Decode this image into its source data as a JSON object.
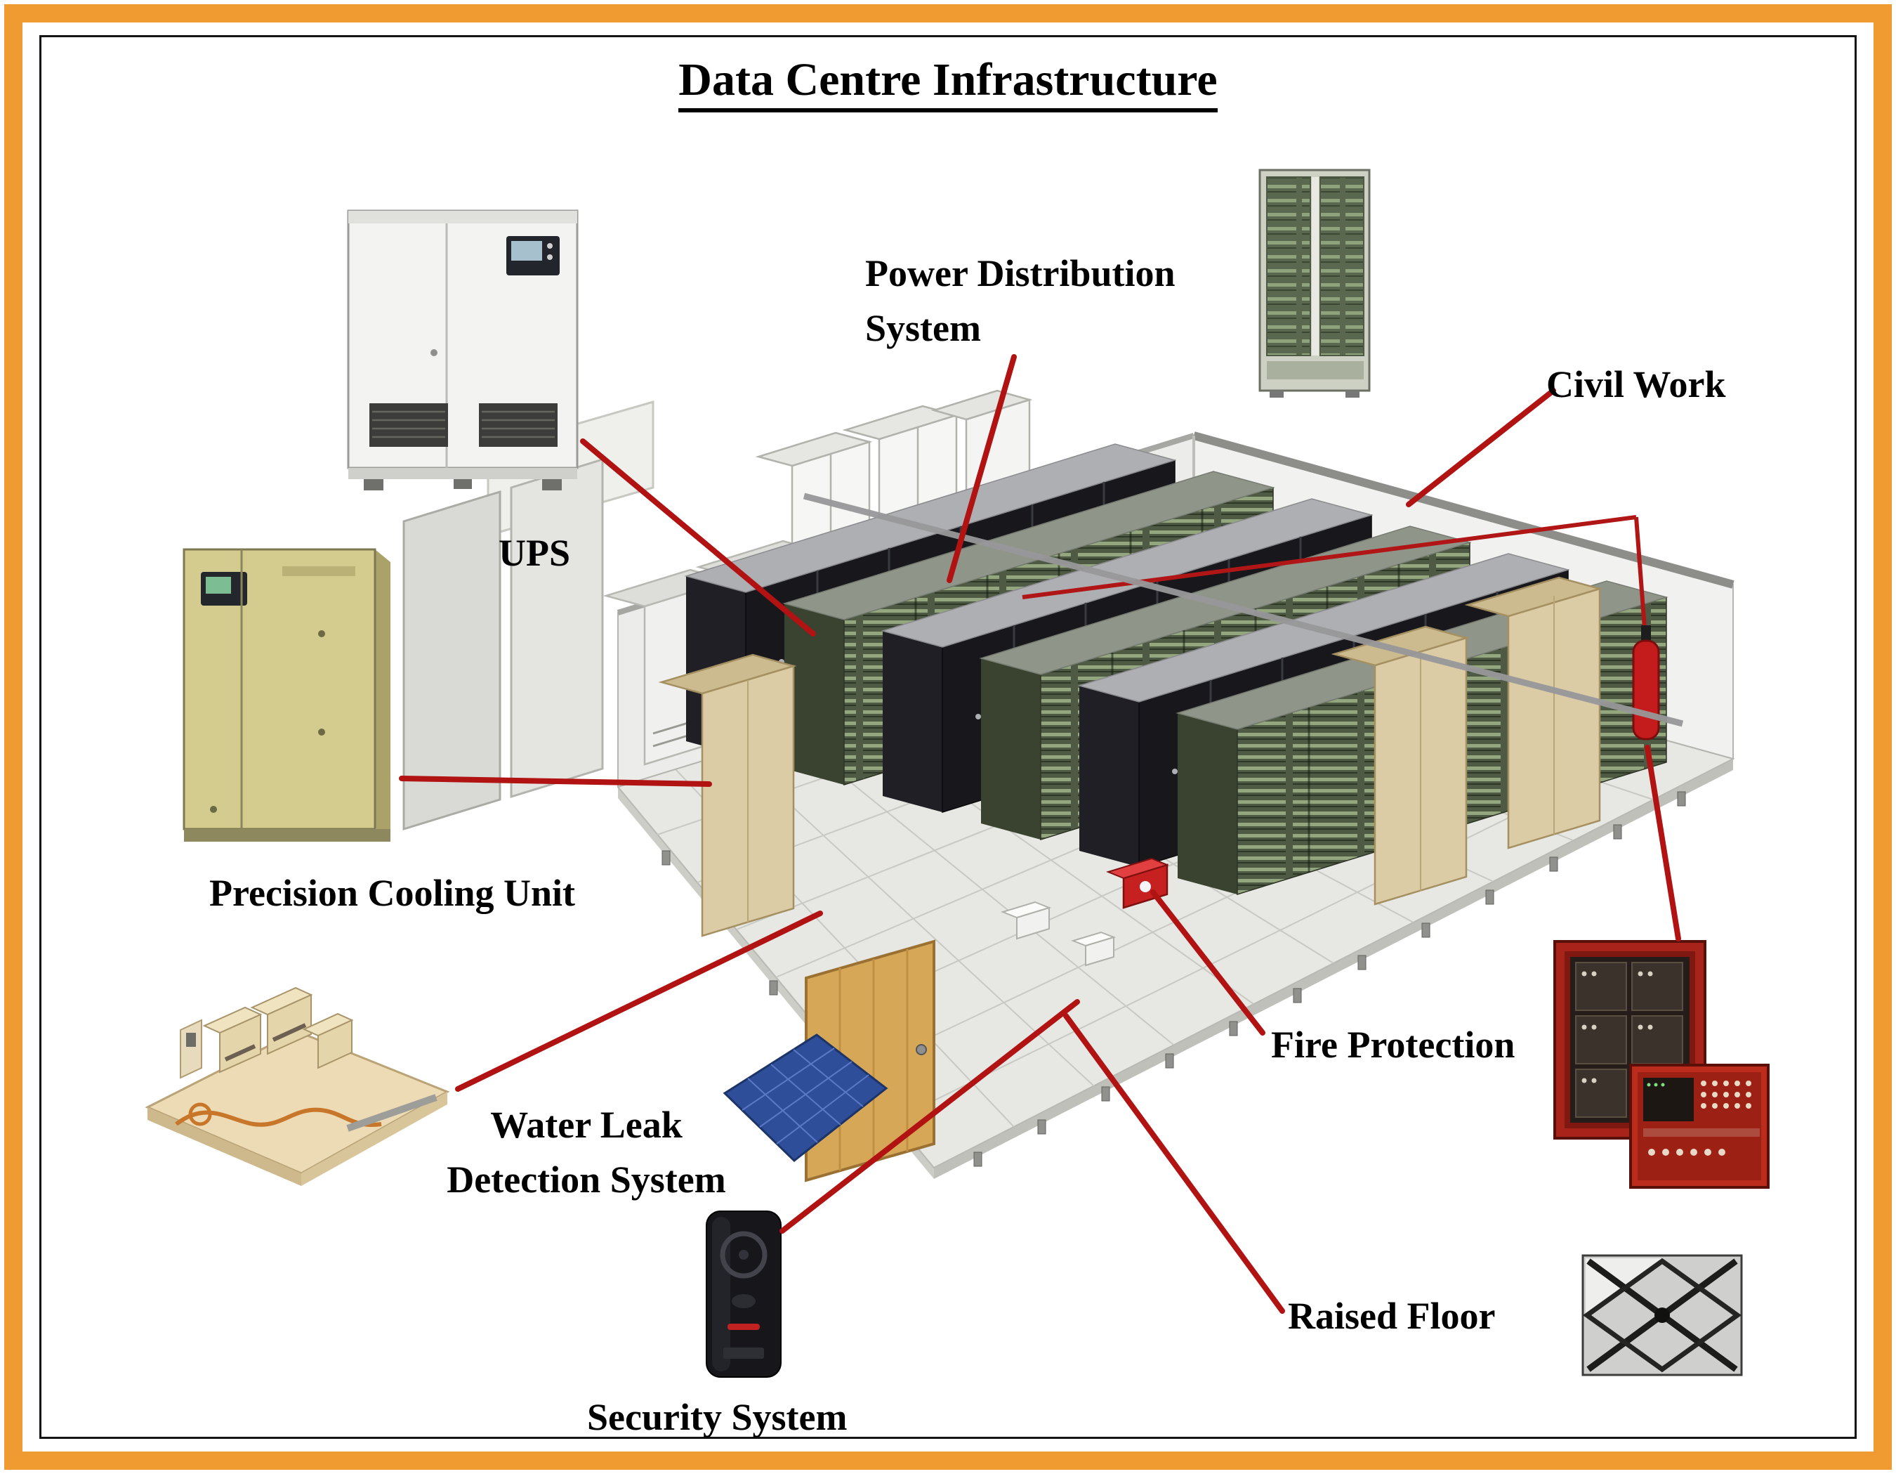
{
  "title": "Data Centre Infrastructure",
  "labels": {
    "ups": "UPS",
    "power_distribution": {
      "line1": "Power Distribution",
      "line2": "System"
    },
    "civil_work": "Civil Work",
    "precision_cooling": "Precision Cooling Unit",
    "water_leak": {
      "line1": "Water Leak",
      "line2": "Detection System"
    },
    "security_system": "Security System",
    "fire_protection": "Fire Protection",
    "raised_floor": "Raised Floor"
  },
  "colors": {
    "frame_orange": "#F09A32",
    "connector_red": "#B11212",
    "title_text": "#000000"
  },
  "images": {
    "ups": "ups-cabinet-photo",
    "power_distribution": "power-distribution-cabinet-photo",
    "precision_cooling": "precision-cooling-unit-photo",
    "water_leak": "water-leak-detection-model-photo",
    "security_system": "access-control-reader-photo",
    "fire_protection": "fire-alarm-panels-photo",
    "raised_floor": "raised-floor-tile-photo",
    "center": "data-centre-room-isometric-illustration"
  }
}
